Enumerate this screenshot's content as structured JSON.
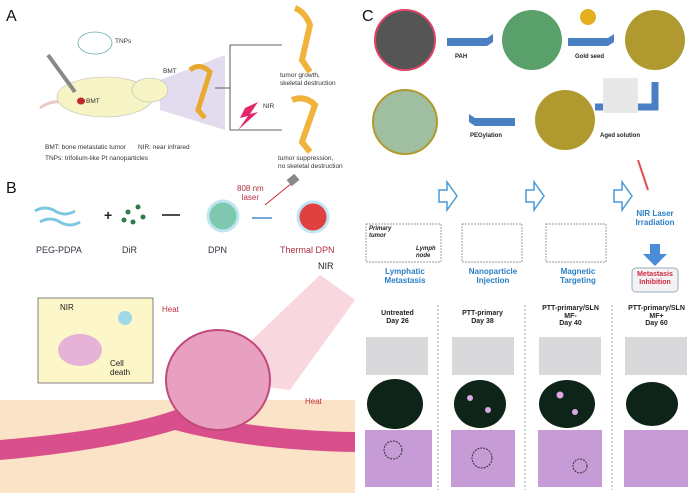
{
  "panel_a": {
    "label": "A",
    "tnps": "TNPs",
    "bmt_mouse": "BMT",
    "bmt_bone": "BMT",
    "nir": "NIR",
    "outcome_top": [
      "tumor growth,",
      "skeletal destruction"
    ],
    "outcome_bottom": [
      "tumor suppression,",
      "no skeletal destruction"
    ],
    "legend": [
      "BMT: bone metastatic tumor",
      "NIR: near infrared",
      "TNPs: trifolium-like Pt nanoparticles"
    ]
  },
  "panel_b": {
    "label": "B",
    "components": [
      "PEG-PDPA",
      "DiR",
      "DPN",
      "Thermal  DPN"
    ],
    "laser": [
      "808 nm",
      "laser"
    ],
    "inset_nir": "NIR",
    "cell_death": [
      "Cell",
      "death"
    ],
    "heat_1": "Heat",
    "heat_2": "Heat",
    "nir": "NIR"
  },
  "panel_c": {
    "label": "C",
    "steps": [
      "PAH",
      "Gold seed",
      "Aged solution",
      "PEGylation"
    ],
    "workflow": [
      [
        "Lymphatic",
        "Metastasis"
      ],
      [
        "Nanoparticle",
        "Injection"
      ],
      [
        "Magnetic",
        "Targeting"
      ],
      [
        "NIR Laser",
        "Irradiation"
      ]
    ],
    "primary_tumor": [
      "Primary",
      "tumor"
    ],
    "lymph_node": [
      "Lymph",
      "node"
    ],
    "result": [
      "Metastasis",
      "Inhibition"
    ],
    "groups": [
      [
        "Untreated",
        "Day 26"
      ],
      [
        "PTT-primary",
        "Day 38"
      ],
      [
        "PTT-primary/SLN",
        "MF-",
        "Day 40"
      ],
      [
        "PTT-primary/SLN",
        "MF+",
        "Day 60"
      ]
    ]
  },
  "colors": {
    "accent_blue": "#2a7fc4",
    "laser_red": "#d0283c",
    "bone": "#f0b43c",
    "gold": "#b8a030",
    "tissue_pink": "#d94f8c",
    "histology": "#c79bd6"
  }
}
